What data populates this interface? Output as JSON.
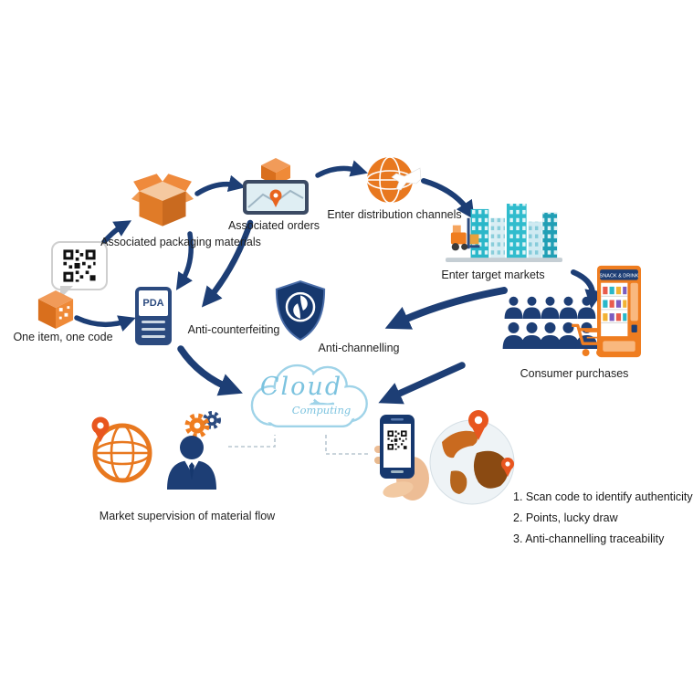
{
  "labels": {
    "one_item": "One item, one code",
    "packaging": "Associated packaging materials",
    "orders": "Associated orders",
    "distribution": "Enter distribution channels",
    "markets": "Enter target markets",
    "consumers": "Consumer purchases",
    "anti_counterfeiting": "Anti-counterfeiting",
    "anti_channelling": "Anti-channelling",
    "supervision": "Market supervision of material flow",
    "pda": "PDA",
    "vending_sign": "SNACK & DRINK",
    "cloud_line1": "Cloud",
    "cloud_line2": "Computing"
  },
  "benefits": [
    "1. Scan code to identify authenticity",
    "2. Points, lucky draw",
    "3. Anti-channelling traceability"
  ],
  "icons": {
    "qr-code-icon": "qr-grid",
    "cube-box-icon": "3d-cube-with-code",
    "open-box-icon": "open-carton",
    "orders-case-icon": "map-case-with-pin",
    "globe-plane-icon": "globe-with-plane",
    "city-forklift-icon": "buildings-with-forklift",
    "crowd-icon": "people-silhouettes",
    "vending-machine-icon": "vending-machine",
    "cart-icon": "shopping-cart",
    "shield-icon": "security-shield-swirl",
    "pda-icon": "handheld-scanner",
    "cloud-icon": "cloud-outline",
    "wireframe-globe-icon": "globe-wireframe-with-pin",
    "inspector-icon": "person-with-gears",
    "phone-scan-icon": "hand-holding-phone-qr",
    "earth-pins-icon": "globe-with-location-pins"
  },
  "colors": {
    "arrow_navy": "#1d3e75",
    "shield_navy": "#16386e",
    "orange": "#e97c21",
    "orange_red": "#e8561f",
    "teal": "#2ab7c9",
    "cloud_blue": "#8ecbe4",
    "dashed_gray": "#b9c7d1"
  }
}
